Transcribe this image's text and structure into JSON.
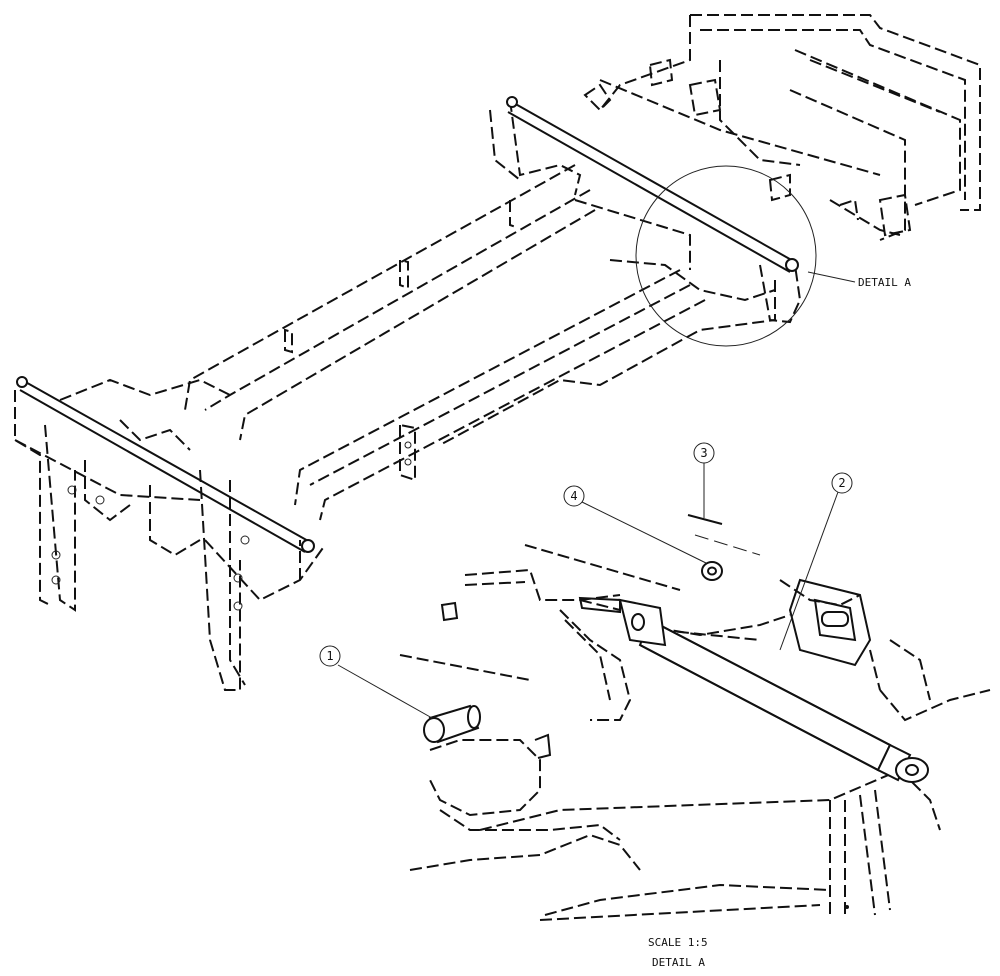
{
  "detail_callout": "DETAIL A",
  "balloons": [
    "1",
    "2",
    "3",
    "4"
  ],
  "scale_text": "SCALE  1:5",
  "detail_title": "DETAIL A"
}
